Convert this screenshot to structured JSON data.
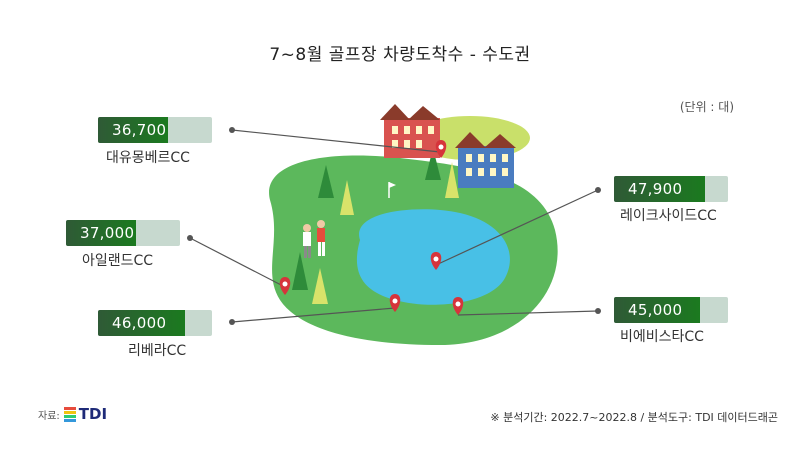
{
  "title": "7~8월 골프장 차량도착수 - 수도권",
  "unit": "(단위 : 대)",
  "source_label": "자료:",
  "source_logo": "TDI",
  "footnote": "※ 분석기간: 2022.7~2022.8 / 분석도구: TDI 데이터드래곤",
  "colors": {
    "bar_fill": "#1b7a1f",
    "bar_track": "#c7d9cf",
    "grass": "#5cb85c",
    "lake": "#48c0e6",
    "pin": "#d6343b"
  },
  "chart_data": {
    "type": "bar",
    "categories": [
      "대유몽베르CC",
      "아일랜드CC",
      "리베라CC",
      "레이크사이드CC",
      "비에비스타CC"
    ],
    "values": [
      36700,
      37000,
      46000,
      47900,
      45000
    ],
    "value_labels": [
      "36,700",
      "37,000",
      "46,000",
      "47,900",
      "45,000"
    ],
    "max": 60000
  }
}
